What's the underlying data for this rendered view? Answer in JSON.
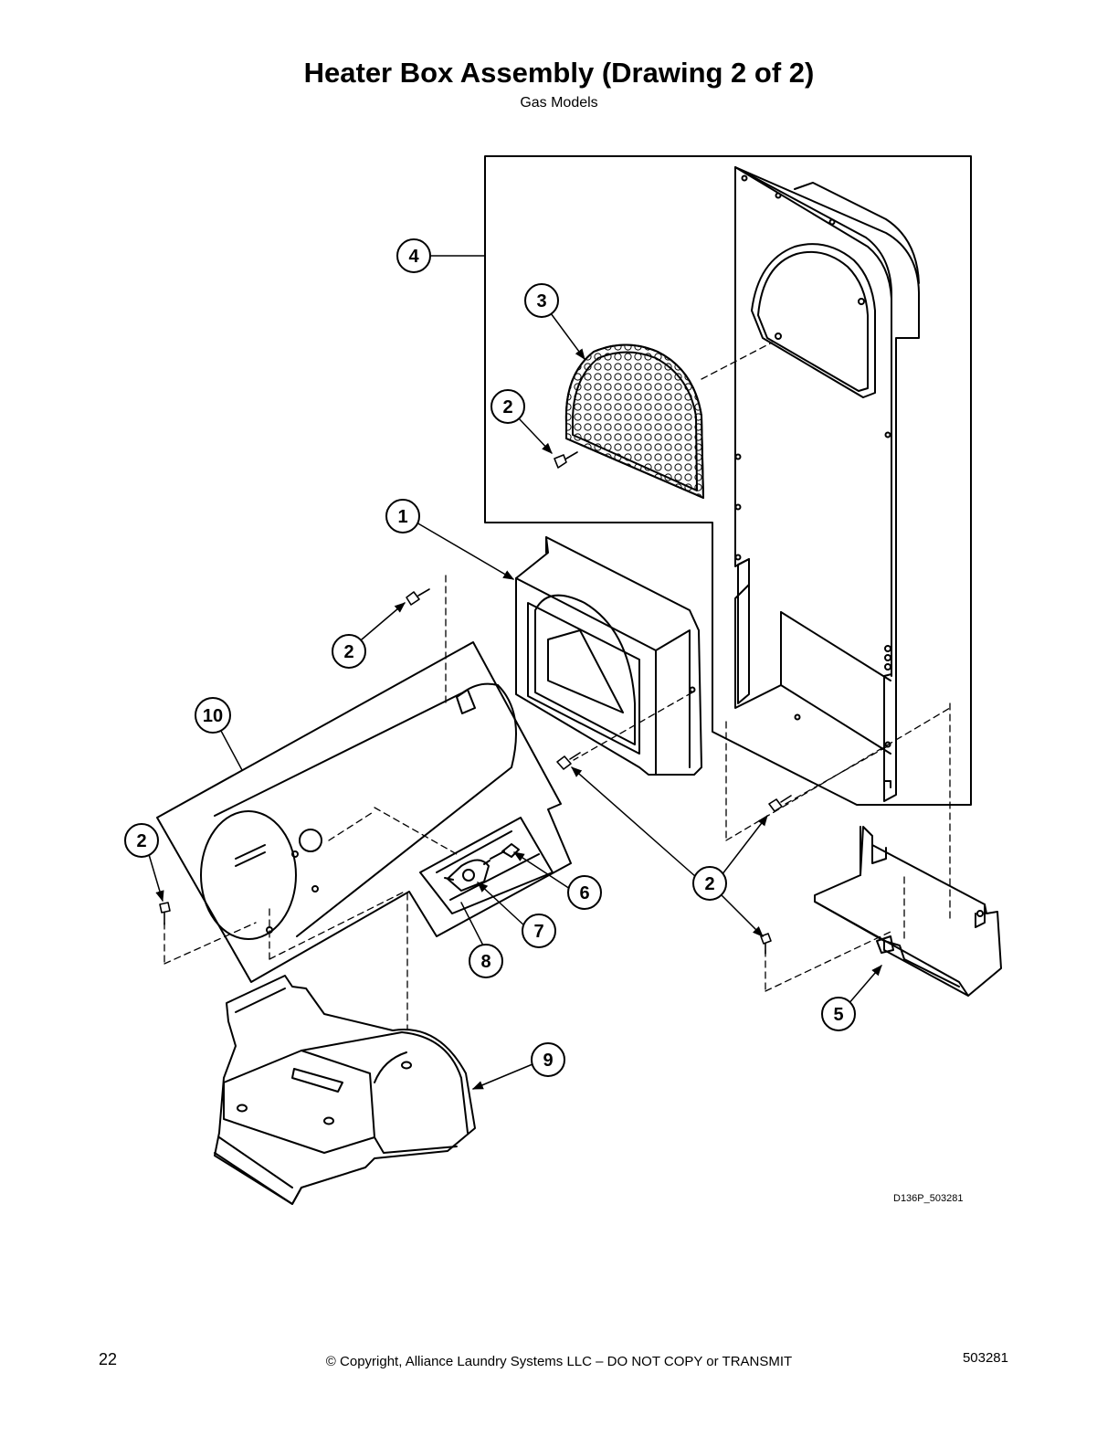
{
  "title": "Heater Box Assembly (Drawing 2 of 2)",
  "subtitle": "Gas Models",
  "drawing_id": "D136P_503281",
  "footer": {
    "page_number": "22",
    "copyright": "© Copyright, Alliance Laundry Systems LLC – DO NOT COPY or TRANSMIT",
    "document_number": "503281"
  },
  "callouts": [
    "1",
    "2",
    "3",
    "4",
    "5",
    "6",
    "7",
    "8",
    "9",
    "10"
  ]
}
